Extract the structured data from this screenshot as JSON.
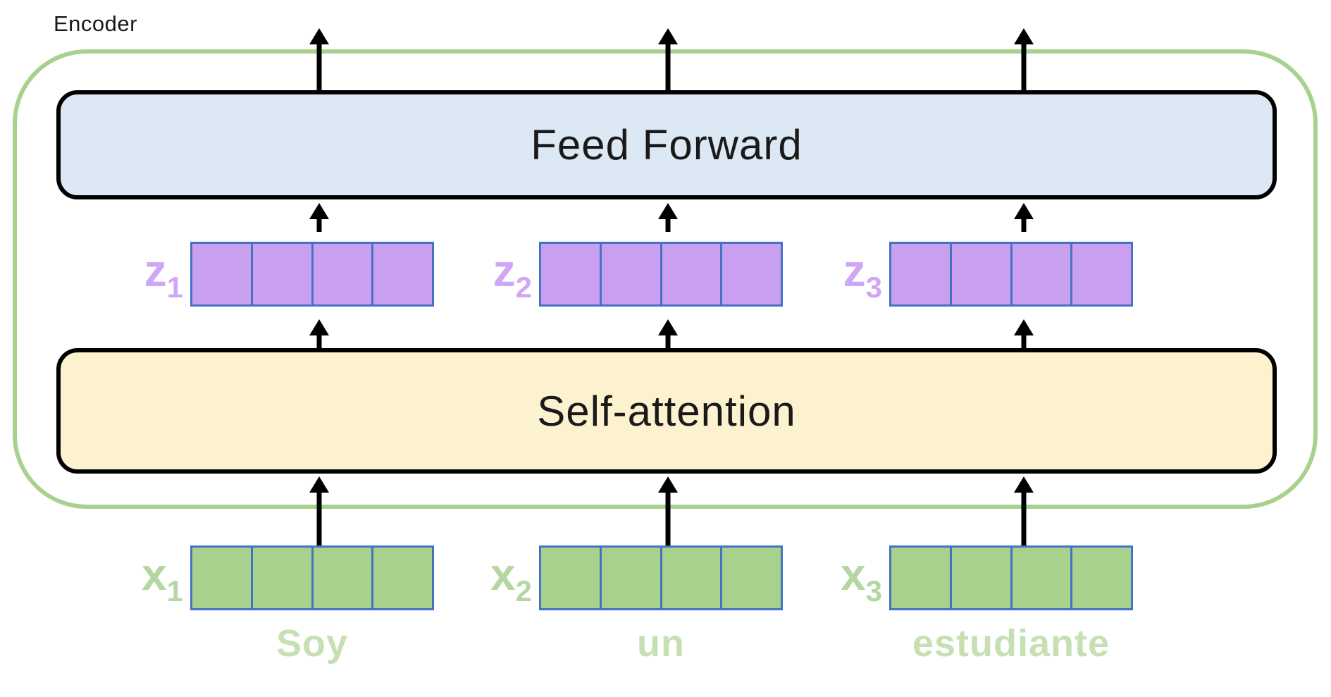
{
  "diagram": {
    "title": "Encoder",
    "layers": {
      "feed_forward_label": "Feed Forward",
      "self_attention_label": "Self-attention"
    },
    "z_vectors": [
      {
        "base": "z",
        "sub": "1"
      },
      {
        "base": "z",
        "sub": "2"
      },
      {
        "base": "z",
        "sub": "3"
      }
    ],
    "x_vectors": [
      {
        "base": "x",
        "sub": "1"
      },
      {
        "base": "x",
        "sub": "2"
      },
      {
        "base": "x",
        "sub": "3"
      }
    ],
    "tokens": [
      "Soy",
      "un",
      "estudiante"
    ],
    "cells_per_vector": 4,
    "colors": {
      "encoder_border": "#a9d18e",
      "feed_forward_fill": "#dce9f5",
      "self_attention_fill": "#fdf2cf",
      "layer_border": "#000000",
      "z_cell_fill": "#c9a0f0",
      "x_cell_fill": "#a9d18e",
      "cell_border": "#4472c4",
      "z_label_text": "#cfa7f6",
      "x_label_text": "#b5d6a2",
      "token_text": "#c6e0b4",
      "arrow": "#000000"
    }
  }
}
